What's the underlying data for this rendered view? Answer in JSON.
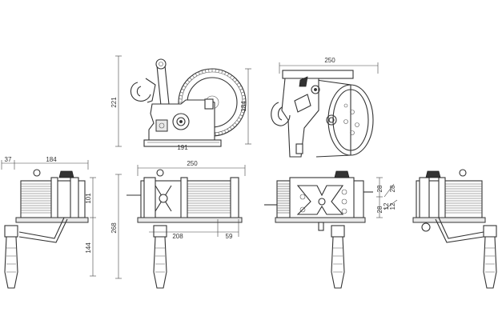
{
  "dimensions": {
    "side_height": "221",
    "side_width": "191",
    "side_inner_height": "184",
    "front_width": "250",
    "top_width": "250",
    "top_len_a": "208",
    "top_len_b": "59",
    "top_height": "268",
    "left_offset": "37",
    "left_width": "184",
    "left_height_a": "101",
    "left_height_b": "144",
    "right_a": "28",
    "right_b": "28",
    "right_c": "12",
    "right_d": "12",
    "right_e": "28"
  }
}
